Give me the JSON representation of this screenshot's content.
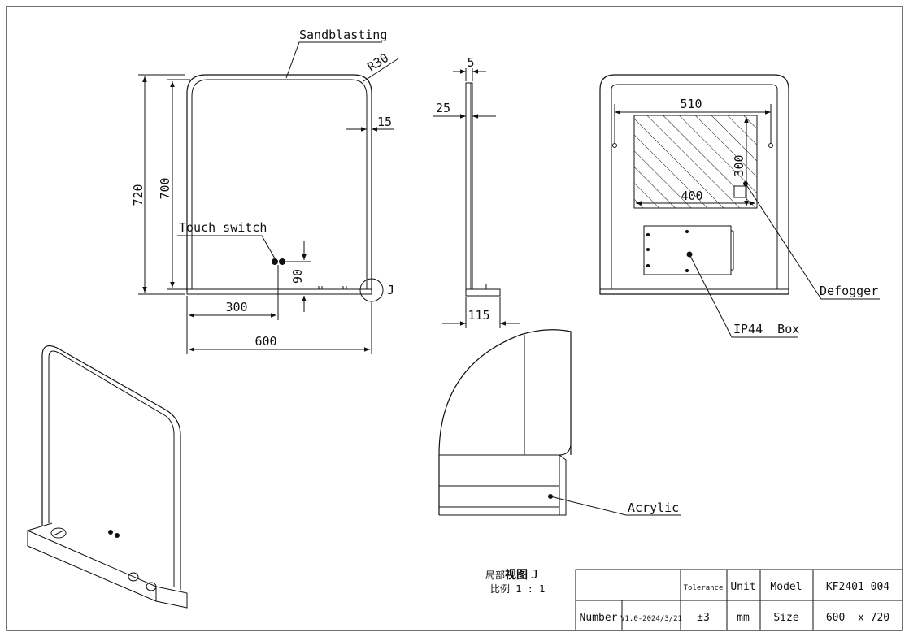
{
  "front_view": {
    "label_sandblasting": "Sandblasting",
    "label_radius": "R30",
    "dim_frame": "15",
    "dim_outer_height": "720",
    "dim_inner_height": "700",
    "label_touch_switch": "Touch switch",
    "dim_switch_height": "90",
    "dim_switch_offset": "300",
    "dim_width": "600",
    "detail_marker": "J"
  },
  "side_view": {
    "dim_thickness": "5",
    "dim_depth": "25",
    "dim_base": "115"
  },
  "back_view": {
    "dim_defogger_width": "510",
    "dim_defogger_height": "300",
    "dim_inner": "400",
    "label_defogger": "Defogger",
    "label_box": "IP44  Box"
  },
  "detail_view": {
    "label_acrylic": "Acrylic",
    "caption_title": "局部",
    "caption_title_bold": "视图",
    "caption_letter": "J",
    "caption_scale": "比例 1 : 1"
  },
  "title_block": {
    "tolerance_label": "Tolerance",
    "unit_label": "Unit",
    "model_label": "Model",
    "model_value": "KF2401-004",
    "number_label": "Number",
    "version": "V1.0-2024/3/21",
    "tolerance_value": "±3",
    "unit_value": "mm",
    "size_label": "Size",
    "size_value": "600  x 720"
  }
}
